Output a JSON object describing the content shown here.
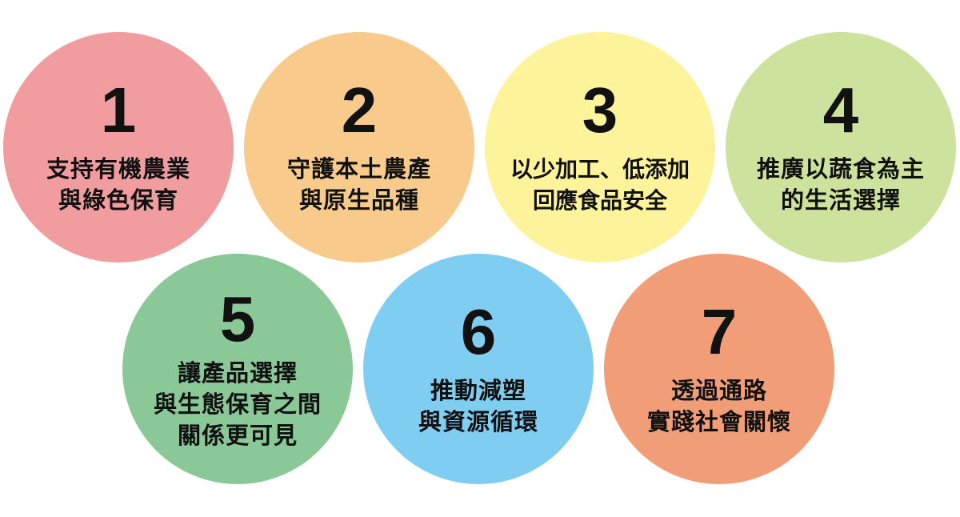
{
  "colors": {
    "c1": "#f19da0",
    "c2": "#f8cb8c",
    "c3": "#fdf39b",
    "c4": "#cde29c",
    "c5": "#8bc898",
    "c6": "#80cdf2",
    "c7": "#f19e78",
    "text": "#111111",
    "background": "#ffffff"
  },
  "items": [
    {
      "number": "1",
      "lines": [
        "支持有機農業",
        "與綠色保育"
      ]
    },
    {
      "number": "2",
      "lines": [
        "守護本土農產",
        "與原生品種"
      ]
    },
    {
      "number": "3",
      "lines": [
        "以少加工、低添加",
        "回應食品安全"
      ]
    },
    {
      "number": "4",
      "lines": [
        "推廣以蔬食為主",
        "的生活選擇"
      ]
    },
    {
      "number": "5",
      "lines": [
        "讓產品選擇",
        "與生態保育之間",
        "關係更可見"
      ]
    },
    {
      "number": "6",
      "lines": [
        "推動減塑",
        "與資源循環"
      ]
    },
    {
      "number": "7",
      "lines": [
        "透過通路",
        "實踐社會關懷"
      ]
    }
  ]
}
